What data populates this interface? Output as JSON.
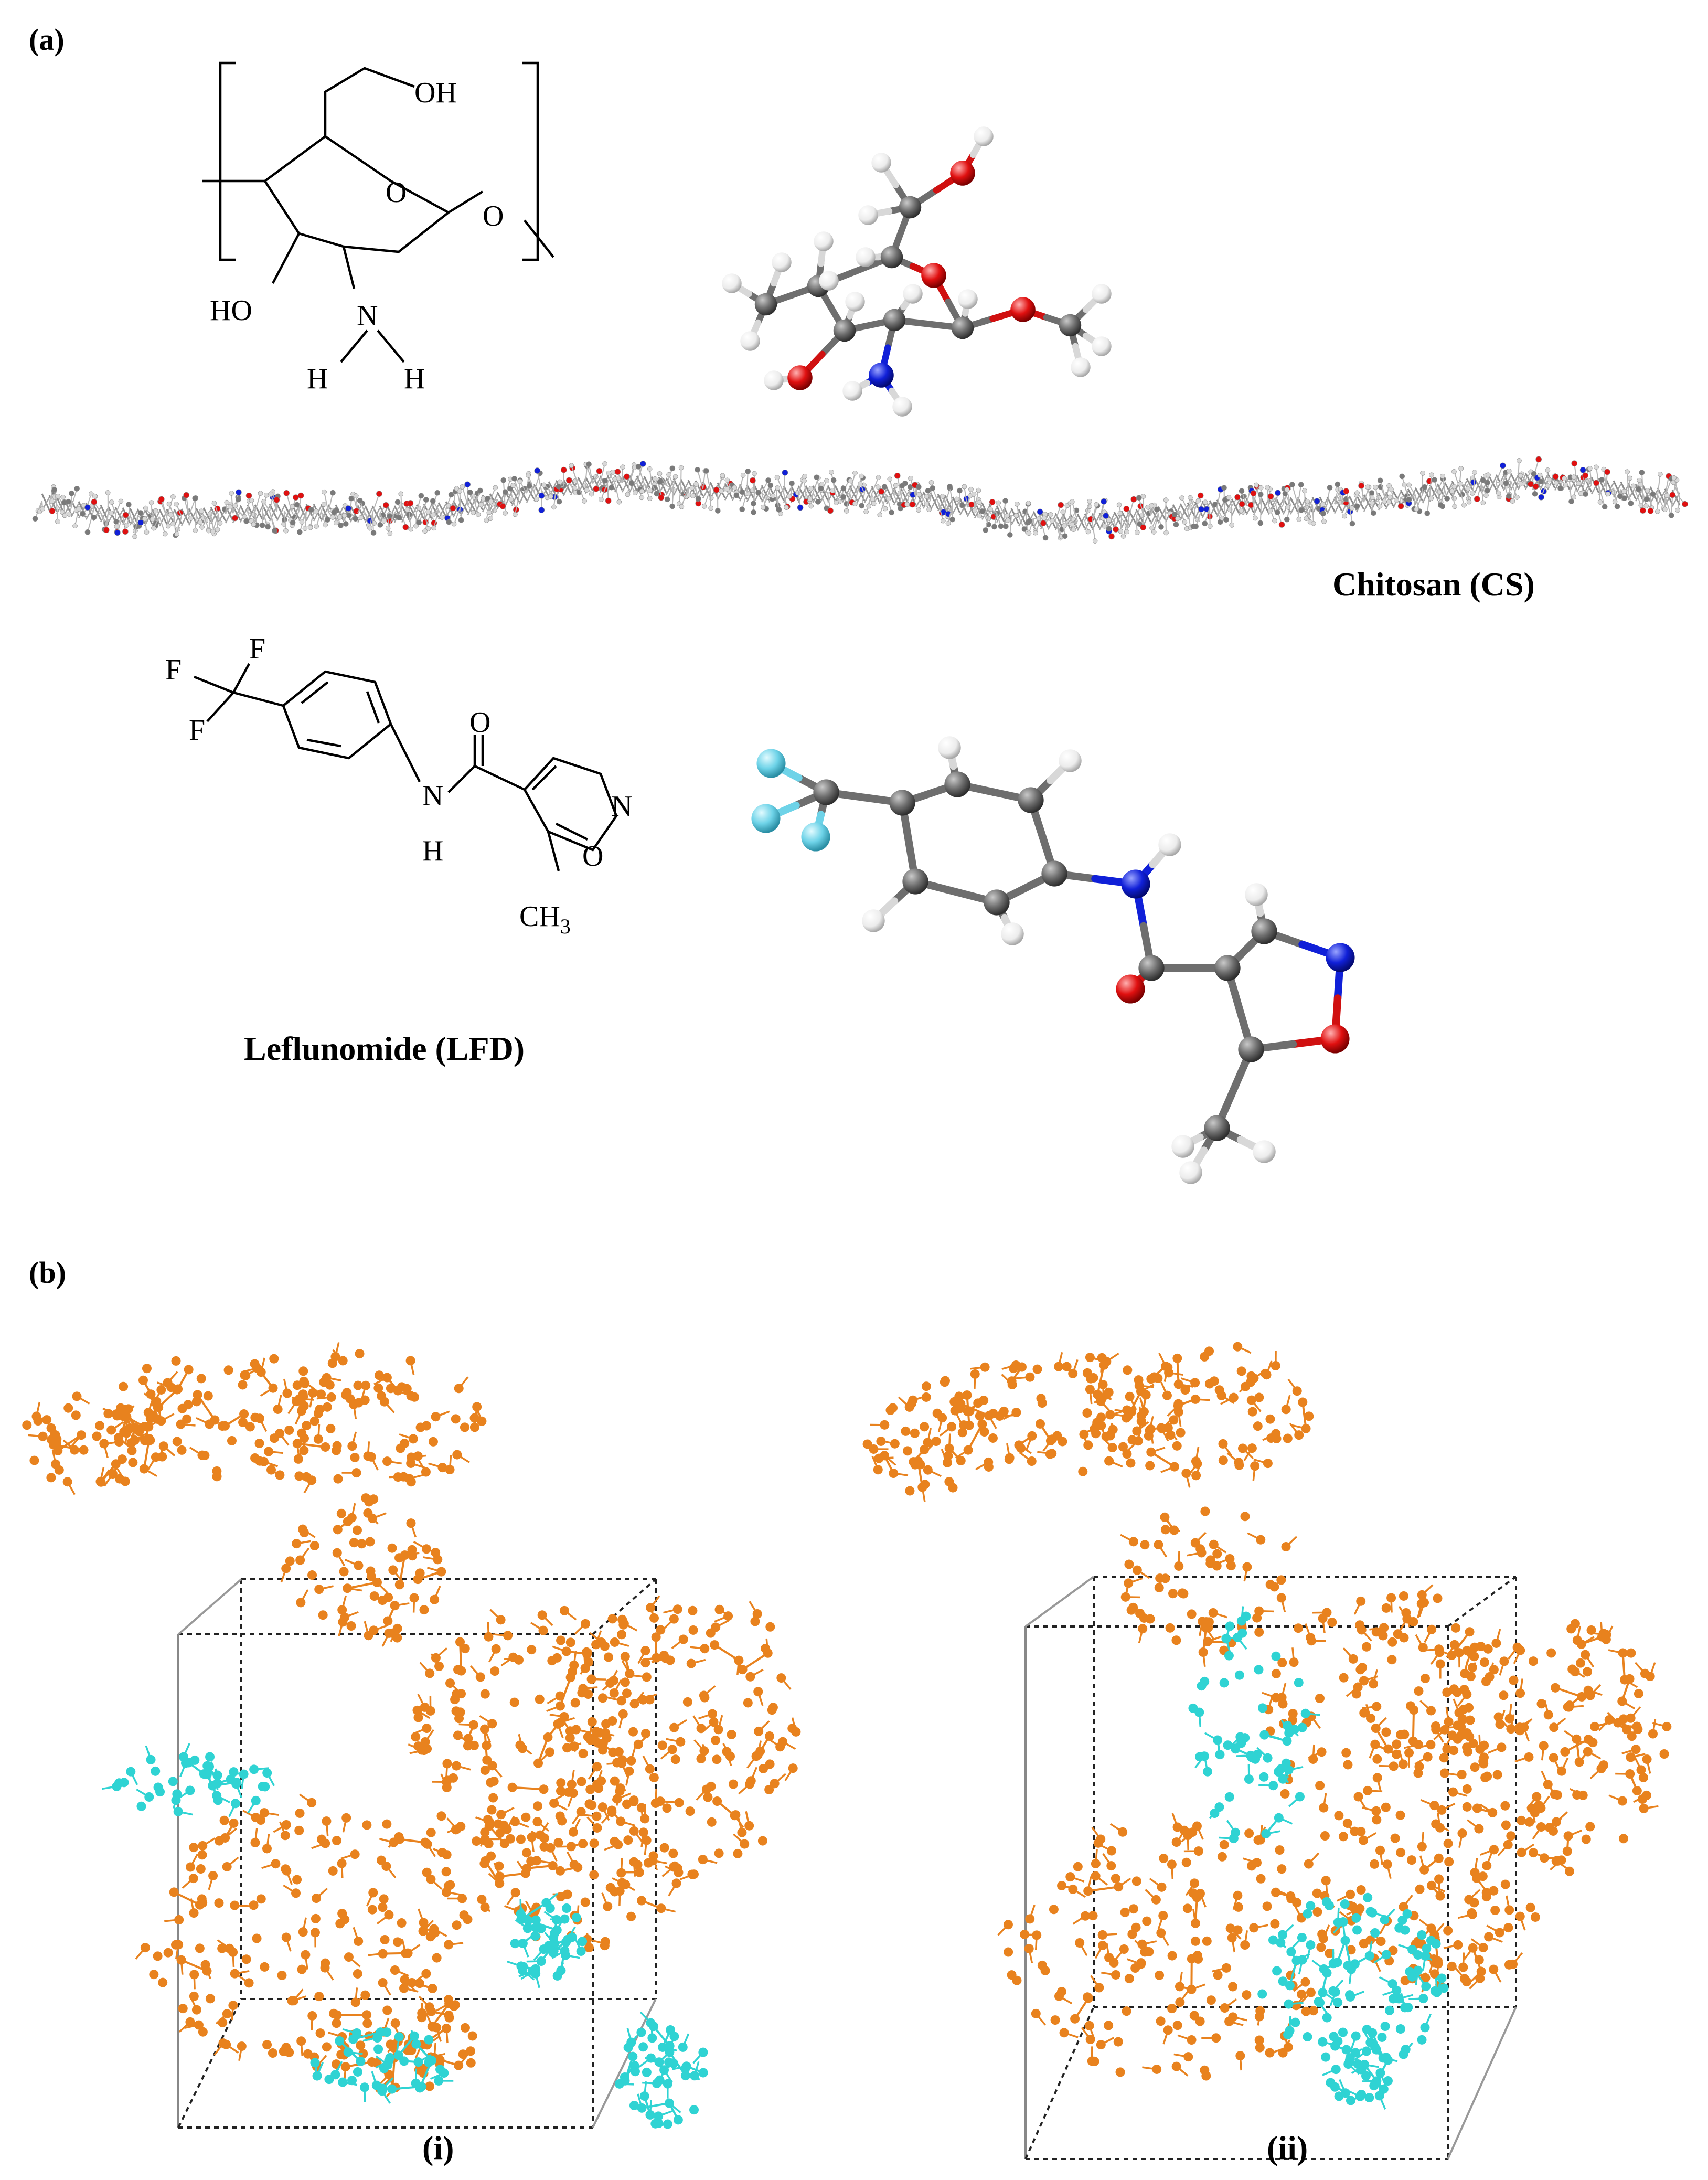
{
  "panel_a": {
    "label": "(a)",
    "chitosan": {
      "structure_labels": {
        "oh_top": "OH",
        "ring_o": "O",
        "glyco_o": "O",
        "ho_left": "HO",
        "n": "N",
        "h_left": "H",
        "h_right": "H"
      },
      "name": "Chitosan (CS)"
    },
    "leflunomide": {
      "structure_labels": {
        "f1": "F",
        "f2": "F",
        "f3": "F",
        "carbonyl_o": "O",
        "nh_n": "N",
        "nh_h": "H",
        "ring_n": "N",
        "ring_o": "O",
        "ch3": "CH",
        "ch3_sub": "3"
      },
      "name": "Leflunomide (LFD)"
    }
  },
  "panel_b": {
    "label": "(b)",
    "sub_i": "(i)",
    "sub_ii": "(ii)"
  },
  "colors": {
    "carbon": "#6e6e6e",
    "oxygen": "#e01010",
    "nitrogen": "#1020d8",
    "hydrogen": "#f0f0f0",
    "fluorine": "#6ed3e8",
    "chitosan_md": "#e8821e",
    "leflunomide_md": "#2fd3d3",
    "ink": "#000000"
  }
}
